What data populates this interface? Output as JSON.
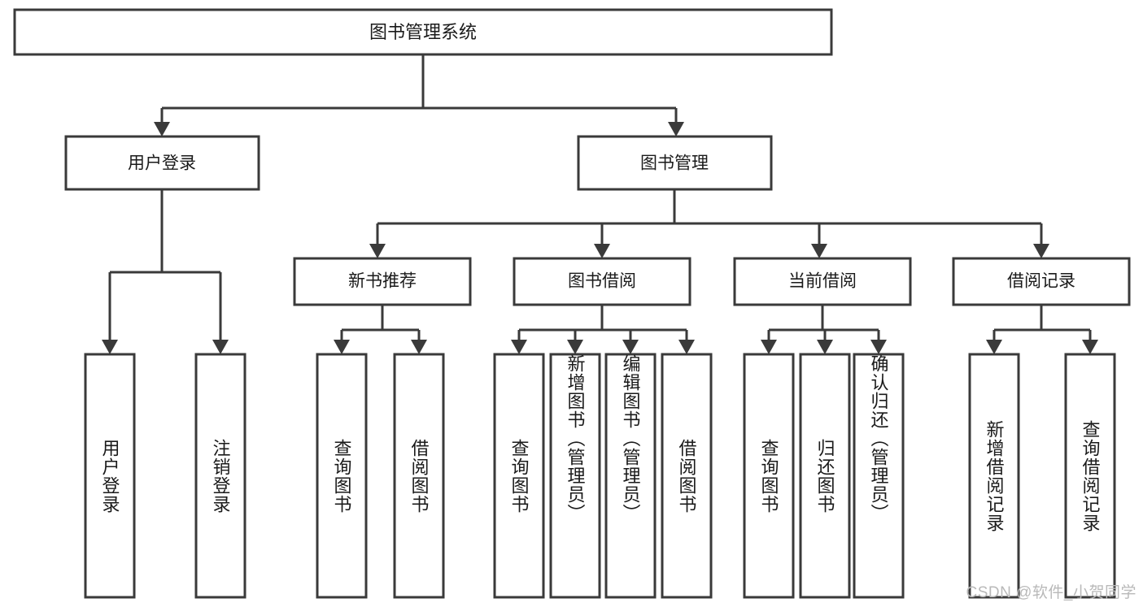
{
  "diagram": {
    "title": "图书管理系统",
    "watermark": "CSDN @软件_小贺同学",
    "root": {
      "id": "root",
      "label": "图书管理系统"
    },
    "level2": [
      {
        "id": "user-login",
        "label": "用户登录"
      },
      {
        "id": "book-management",
        "label": "图书管理"
      }
    ],
    "level3": [
      {
        "id": "new-book-recommend",
        "label": "新书推荐"
      },
      {
        "id": "book-borrow",
        "label": "图书借阅"
      },
      {
        "id": "current-borrow",
        "label": "当前借阅"
      },
      {
        "id": "borrow-record",
        "label": "借阅记录"
      }
    ],
    "leaves": {
      "user_login": [
        {
          "id": "leaf-user-login",
          "label": "用户登录"
        },
        {
          "id": "leaf-logout-login",
          "label": "注销登录"
        }
      ],
      "new_book_recommend": [
        {
          "id": "leaf-query-book-1",
          "label": "查询图书"
        },
        {
          "id": "leaf-borrow-book-1",
          "label": "借阅图书"
        }
      ],
      "book_borrow": [
        {
          "id": "leaf-query-book-2",
          "label": "查询图书"
        },
        {
          "id": "leaf-add-book",
          "label": "新增图书（管理员）"
        },
        {
          "id": "leaf-edit-book",
          "label": "编辑图书（管理员）"
        },
        {
          "id": "leaf-borrow-book-2",
          "label": "借阅图书"
        }
      ],
      "current_borrow": [
        {
          "id": "leaf-query-book-3",
          "label": "查询图书"
        },
        {
          "id": "leaf-return-book",
          "label": "归还图书"
        },
        {
          "id": "leaf-confirm-return",
          "label": "确认归还（管理员）"
        }
      ],
      "borrow_record": [
        {
          "id": "leaf-add-record",
          "label": "新增借阅记录"
        },
        {
          "id": "leaf-query-record",
          "label": "查询借阅记录"
        }
      ]
    },
    "colors": {
      "stroke": "#3a3a3a",
      "fill": "#ffffff",
      "text": "#1a1a1a",
      "watermark": "#b9b9b9"
    }
  }
}
